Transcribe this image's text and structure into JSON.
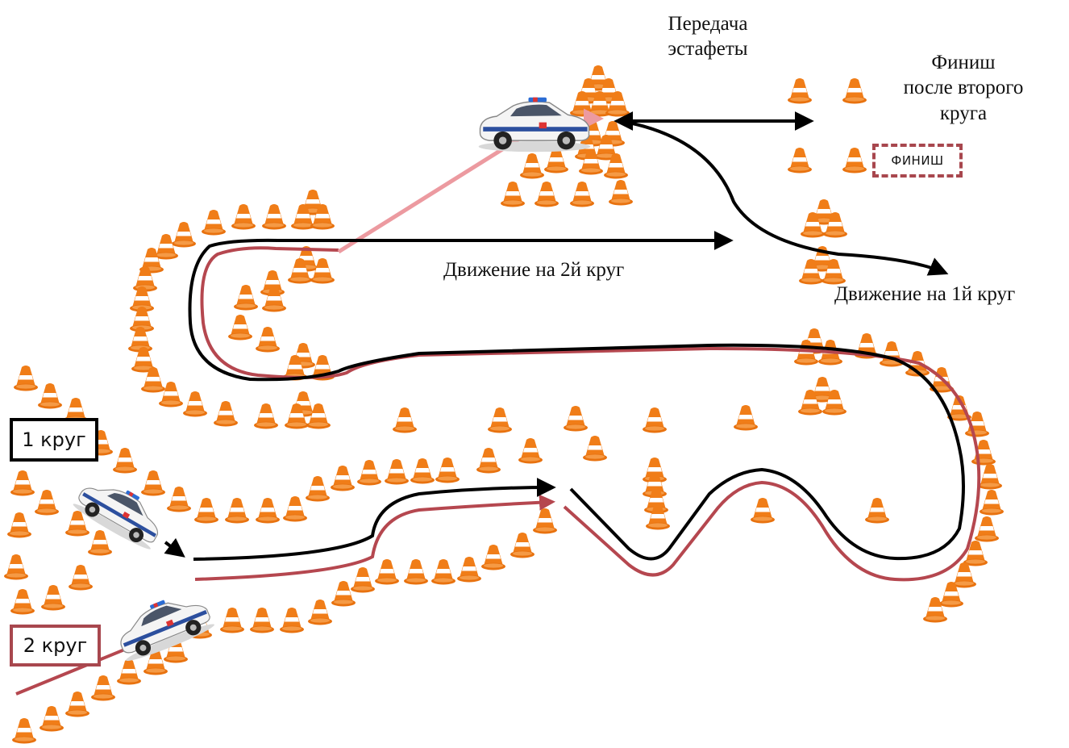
{
  "labels": {
    "relay_line1": "Передача",
    "relay_line2": "эстафеты",
    "finish_line1": "Финиш",
    "finish_line2": "после второго",
    "finish_line3": "круга",
    "lap2_move": "Движение на 2й круг",
    "lap1_move": "Движение на 1й круг",
    "lap1_box": "1 круг",
    "lap2_box": "2 круг",
    "finish_sign": "ФИНИШ"
  },
  "colors": {
    "lap1_path": "#000000",
    "lap2_path": "#b5474f",
    "relay_path": "#ec9aa0",
    "cone_orange": "#f07d18",
    "cone_stripe": "#ffffff",
    "finish_border": "#a8474e",
    "lap1_box_border": "#000000",
    "lap2_box_border": "#a8474e"
  },
  "icons": {
    "car": "police-car-icon",
    "cone": "traffic-cone-icon"
  }
}
